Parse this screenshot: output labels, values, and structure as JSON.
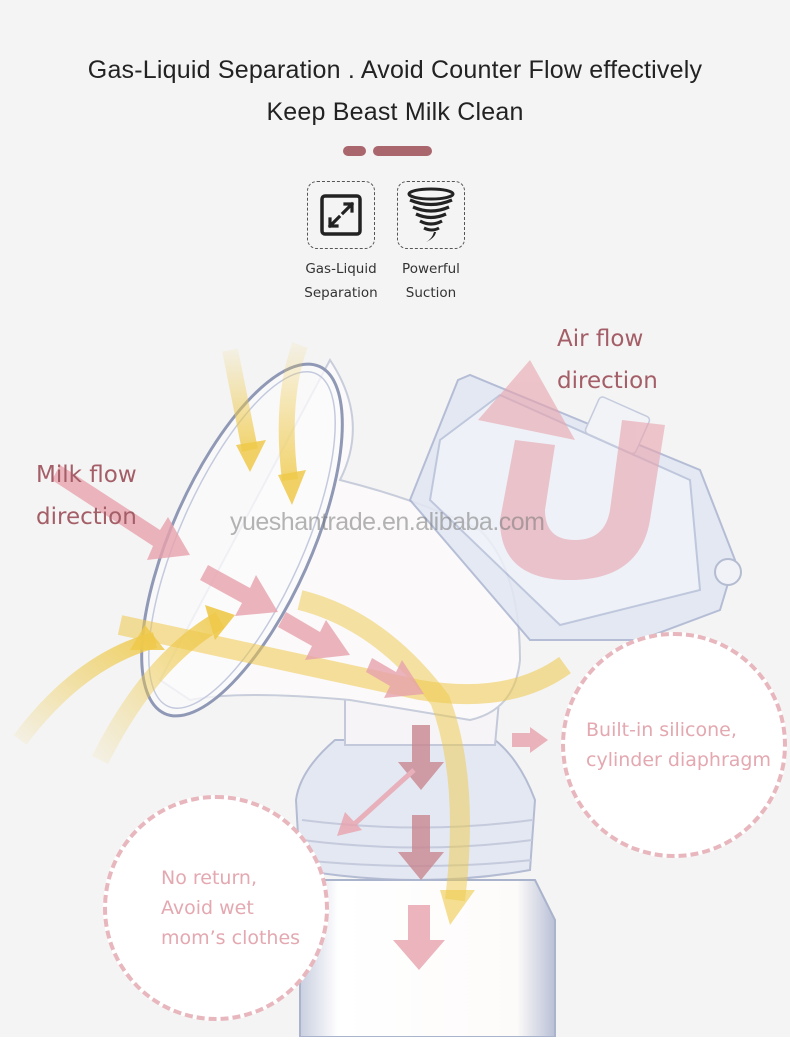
{
  "header": {
    "headline_line1": "Gas-Liquid Separation . Avoid Counter Flow effectively",
    "headline_line2": "Keep Beast Milk Clean",
    "accent_color": "#a9666c"
  },
  "features": [
    {
      "icon": "expand-arrows-icon",
      "label_line1": "Gas-Liquid",
      "label_line2": "Separation"
    },
    {
      "icon": "tornado-icon",
      "label_line1": "Powerful",
      "label_line2": "Suction"
    }
  ],
  "annotations": {
    "air_flow": {
      "line1": "Air flow",
      "line2": "direction"
    },
    "milk_flow": {
      "line1": "Milk flow",
      "line2": "direction"
    },
    "diaphragm": {
      "line1": "Built-in silicone,",
      "line2": "cylinder diaphragm"
    },
    "no_return": {
      "line1": "No return,",
      "line2": "Avoid wet",
      "line3": "mom’s clothes"
    }
  },
  "watermark": "yueshantrade.en.alibaba.com",
  "colors": {
    "background": "#f4f4f4",
    "label_dark": "#a45e67",
    "label_light": "#e3a8b0",
    "arrow_pink": "#e8a3ad",
    "arrow_yellow": "#eec94a",
    "circle_border": "#e8b7be"
  }
}
